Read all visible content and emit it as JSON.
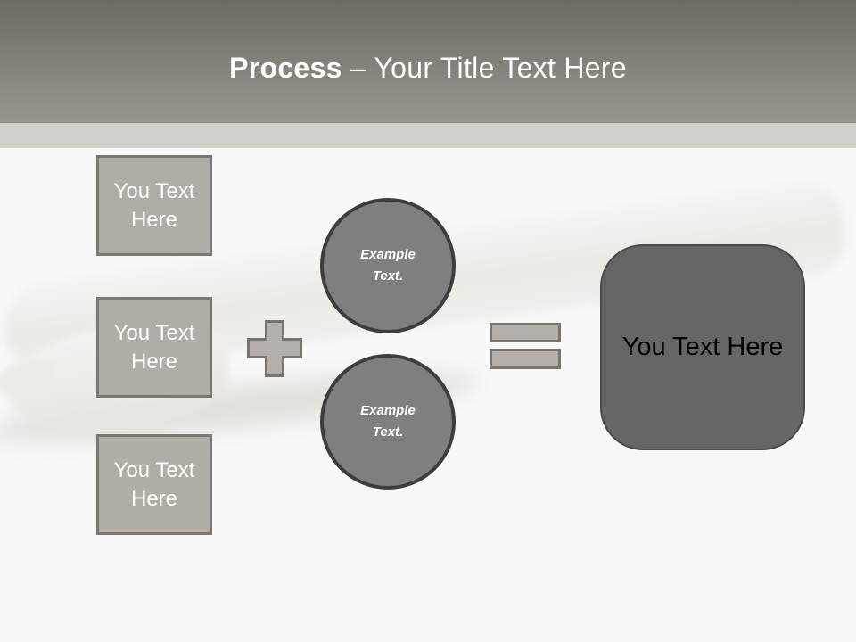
{
  "slide": {
    "header": {
      "title_emphasis": "Process",
      "title_rest": "– Your Title Text Here"
    },
    "process_boxes": [
      {
        "label": "You Text Here"
      },
      {
        "label": "You Text Here"
      },
      {
        "label": "You Text Here"
      }
    ],
    "operators": [
      {
        "name": "plus"
      },
      {
        "name": "equals"
      }
    ],
    "circles": [
      {
        "label": "Example Text."
      },
      {
        "label": "Example Text."
      }
    ],
    "result_box": {
      "label": "You Text Here"
    },
    "colors": {
      "header_gradient_top": "#6f6963",
      "header_gradient_bottom": "#9b958f",
      "header_strip": "#d3d0cc",
      "content_background": "#f8f8f8",
      "box_fill": "#b2aca7",
      "box_border": "#7b7772",
      "operator_fill": "#b4afab",
      "operator_border": "#787470",
      "circle_fill": "#7f7f7f",
      "circle_border": "#3d3d3d",
      "result_fill": "#666666",
      "result_border": "#494949",
      "title_text": "#ffffff",
      "box_text": "#ffffff",
      "circle_text": "#ffffff",
      "result_text": "#000000"
    }
  }
}
